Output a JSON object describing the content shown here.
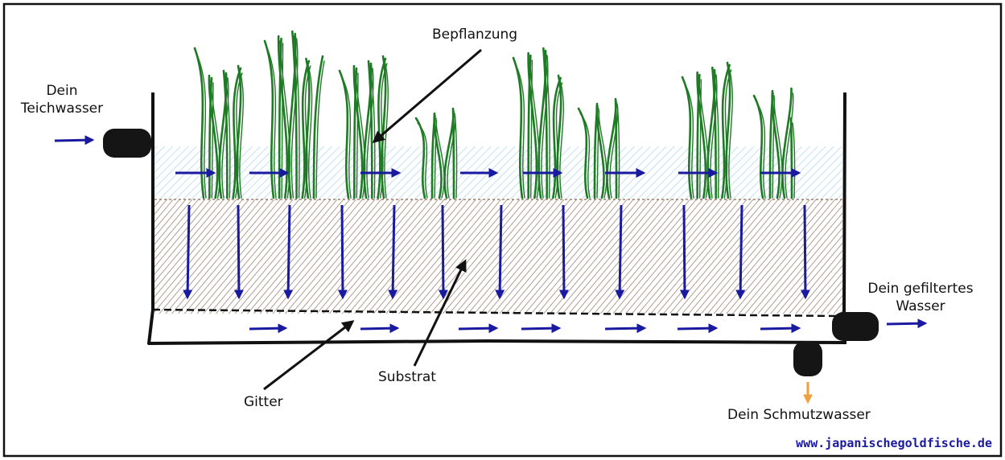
{
  "labels": {
    "inlet_line1": "Dein",
    "inlet_line2": "Teichwasser",
    "planting": "Bepflanzung",
    "substrate": "Substrat",
    "grid": "Gitter",
    "outlet_line1": "Dein gefiltertes",
    "outlet_line2": "Wasser",
    "drain": "Dein Schmutzwasser"
  },
  "website": "www.japanischegoldfische.de",
  "colors": {
    "border": "#111111",
    "water": "#a9d4ef",
    "substrate": "#8a6a55",
    "plant": "#1e7a24",
    "flow_arrow": "#1a1aa0",
    "drain_arrow": "#f0a040",
    "pipe": "#151515"
  }
}
